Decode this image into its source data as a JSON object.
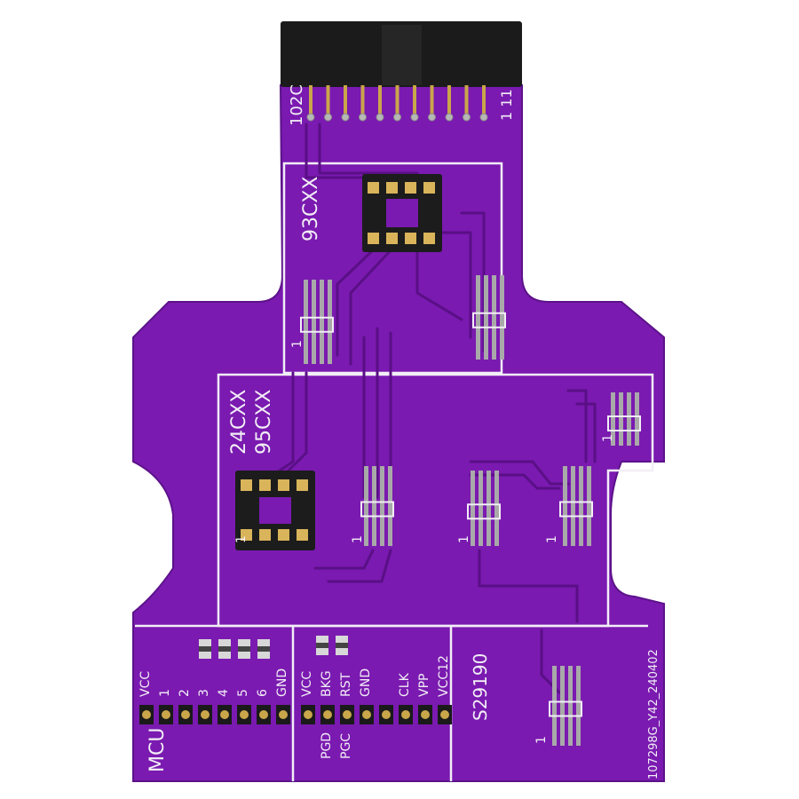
{
  "colors": {
    "board": "#7a1ab0",
    "trace": "#5a0f86",
    "silkscreen": "#f2eef6",
    "header_plastic": "#1b1b1b",
    "gold_pin": "#c9a64a"
  },
  "connector": {
    "label_left": "102C",
    "label_right": "1 11"
  },
  "sections": {
    "s93": {
      "label": "93CXX"
    },
    "s24": {
      "label_line1": "24CXX",
      "label_line2": "95CXX"
    },
    "s29": {
      "label": "S29190"
    }
  },
  "pin1_marker": "1",
  "mcu": {
    "label": "MCU",
    "pins": [
      "VCC",
      "1",
      "2",
      "3",
      "4",
      "5",
      "6",
      "GND"
    ]
  },
  "prog": {
    "top_pins": [
      "VCC",
      "BKG",
      "RST",
      "GND",
      "",
      "CLK",
      "VPP",
      "VCC12"
    ],
    "bottom_pins": [
      "PGD",
      "PGC"
    ]
  },
  "board_id": "107298G_Y42_240402"
}
